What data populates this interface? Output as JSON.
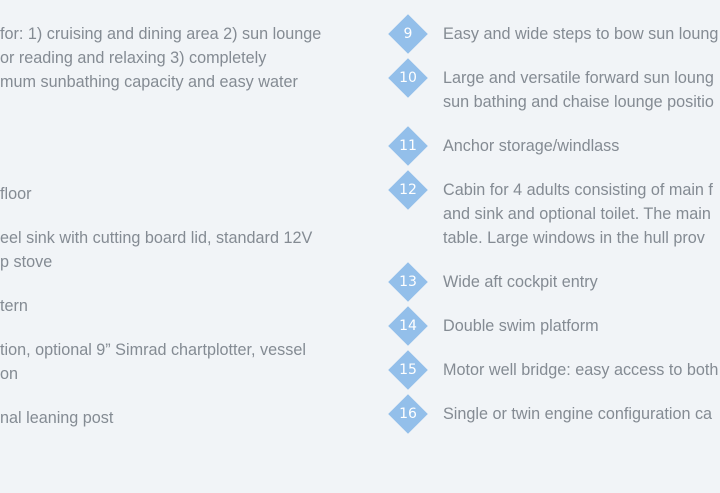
{
  "left_items": [
    {
      "lines": [
        "for: 1) cruising and dining area 2) sun lounge",
        "or reading and relaxing 3) completely",
        "mum sunbathing capacity and easy water"
      ]
    },
    {
      "lines": [
        "floor"
      ]
    },
    {
      "lines": [
        "eel sink with cutting board lid, standard 12V",
        "p stove"
      ]
    },
    {
      "lines": [
        "tern"
      ]
    },
    {
      "lines": [
        "tion, optional 9” Simrad chartplotter, vessel",
        "on"
      ]
    },
    {
      "lines": [
        "nal leaning post"
      ]
    }
  ],
  "right_items": [
    {
      "number": "9",
      "lines": [
        "Easy and wide steps to bow sun loung"
      ]
    },
    {
      "number": "10",
      "lines": [
        "Large and versatile forward sun loung",
        "sun bathing and chaise lounge positio"
      ]
    },
    {
      "number": "11",
      "lines": [
        "Anchor storage/windlass"
      ]
    },
    {
      "number": "12",
      "lines": [
        "Cabin for 4 adults consisting of main f",
        "and sink and optional toilet. The main",
        "table. Large windows in the hull prov"
      ]
    },
    {
      "number": "13",
      "lines": [
        "Wide aft cockpit entry"
      ]
    },
    {
      "number": "14",
      "lines": [
        "Double swim platform"
      ]
    },
    {
      "number": "15",
      "lines": [
        "Motor well bridge: easy access to both"
      ]
    },
    {
      "number": "16",
      "lines": [
        "Single or twin engine configuration ca"
      ]
    }
  ],
  "colors": {
    "background": "#f1f4f7",
    "text": "#848b93",
    "badge": "#93bfea",
    "badge_text": "#ffffff"
  }
}
